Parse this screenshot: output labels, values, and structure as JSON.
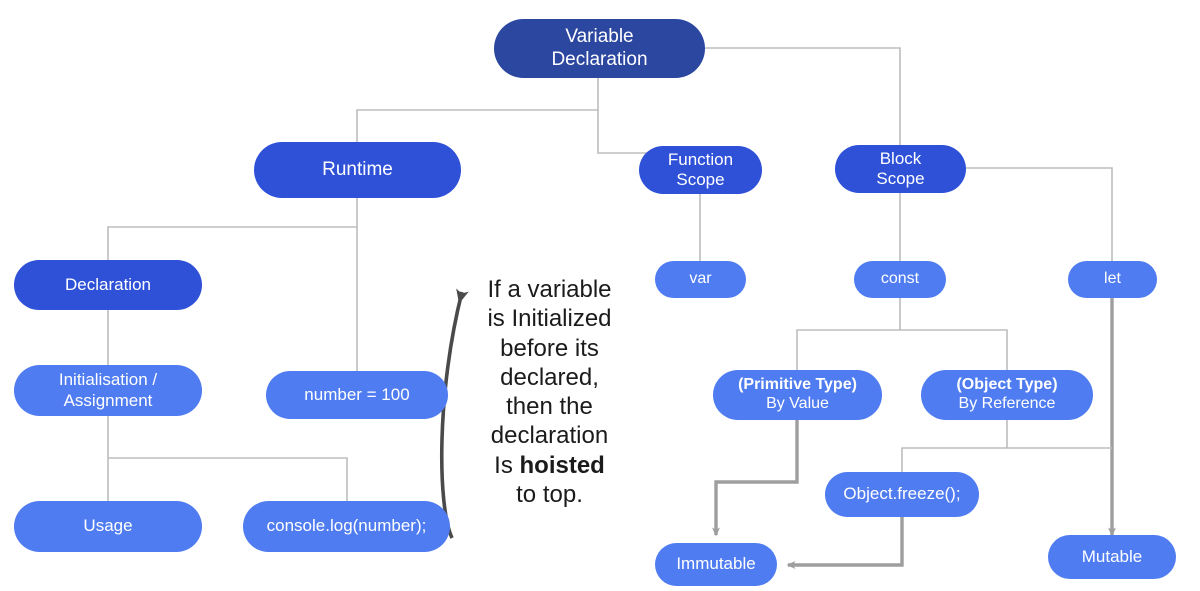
{
  "diagram": {
    "title": "Variable Declaration",
    "type": "flowchart",
    "colors": {
      "root_node": "#2c47a0",
      "mid_node": "#2f51d8",
      "light_node": "#4f7cf0",
      "connector_line": "#bdbdbd",
      "arrow_line": "#9e9e9e",
      "annotation_text": "#1b1b1b",
      "node_text": "#ffffff",
      "background": "#ffffff"
    },
    "nodes": [
      {
        "id": "root",
        "line1": "Variable",
        "line2": "Declaration"
      },
      {
        "id": "runtime",
        "line1": "Runtime",
        "line2": ""
      },
      {
        "id": "funcscope",
        "line1": "Function",
        "line2": "Scope"
      },
      {
        "id": "blockscope",
        "line1": "Block",
        "line2": "Scope"
      },
      {
        "id": "declaration",
        "line1": "Declaration",
        "line2": ""
      },
      {
        "id": "init",
        "line1": "Initialisation /",
        "line2": "Assignment"
      },
      {
        "id": "usage",
        "line1": "Usage",
        "line2": ""
      },
      {
        "id": "numeq",
        "line1": "number = 100",
        "line2": ""
      },
      {
        "id": "consolelog",
        "line1": "console.log(number);",
        "line2": ""
      },
      {
        "id": "var",
        "line1": "var",
        "line2": ""
      },
      {
        "id": "const",
        "line1": "const",
        "line2": ""
      },
      {
        "id": "let",
        "line1": "let",
        "line2": ""
      },
      {
        "id": "primitive",
        "line1": "(Primitive Type)",
        "line2": "By Value"
      },
      {
        "id": "object",
        "line1": "(Object Type)",
        "line2": "By Reference"
      },
      {
        "id": "freeze",
        "line1": "Object.freeze();",
        "line2": ""
      },
      {
        "id": "immutable",
        "line1": "Immutable",
        "line2": ""
      },
      {
        "id": "mutable",
        "line1": "Mutable",
        "line2": ""
      }
    ],
    "annotation": {
      "line1": "If a variable",
      "line2": "is Initialized",
      "line3": "before its",
      "line4": "declared,",
      "line5": "then the",
      "line6": "declaration",
      "line7_prefix": "Is ",
      "line7_bold": "hoisted",
      "line8": "to top."
    },
    "edges": [
      {
        "from": "root",
        "to": "runtime"
      },
      {
        "from": "root",
        "to": "funcscope"
      },
      {
        "from": "root",
        "to": "blockscope"
      },
      {
        "from": "runtime",
        "to": "declaration"
      },
      {
        "from": "runtime",
        "to": "numeq"
      },
      {
        "from": "declaration",
        "to": "init"
      },
      {
        "from": "init",
        "to": "usage"
      },
      {
        "from": "init",
        "to": "consolelog"
      },
      {
        "from": "funcscope",
        "to": "var"
      },
      {
        "from": "blockscope",
        "to": "const"
      },
      {
        "from": "blockscope",
        "to": "let"
      },
      {
        "from": "blockscope",
        "to": "mutable"
      },
      {
        "from": "const",
        "to": "primitive"
      },
      {
        "from": "const",
        "to": "object"
      },
      {
        "from": "primitive",
        "to": "immutable"
      },
      {
        "from": "object",
        "to": "freeze"
      },
      {
        "from": "freeze",
        "to": "immutable"
      }
    ]
  }
}
